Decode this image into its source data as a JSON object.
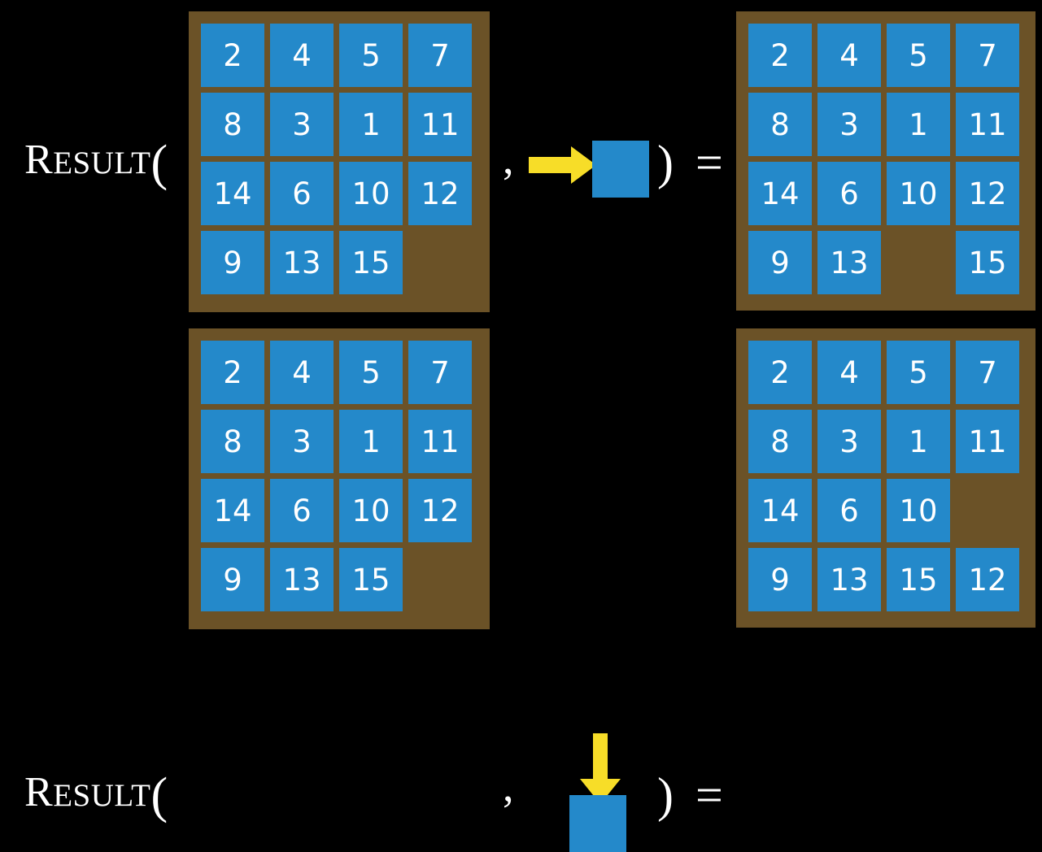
{
  "diagram": {
    "title": "RESULT function applied to 15-puzzle states",
    "background_color": "#000000",
    "board_color": "#6b5227",
    "tile_color": "#2489ca",
    "tile_text_color": "#ffffff",
    "arrow_color": "#f7dd28"
  },
  "labels": {
    "result_cap": "R",
    "result_smallcaps": "ESULT",
    "open_paren": "(",
    "comma": ",",
    "close_paren_equals": ") =",
    "close_paren": ")",
    "equals": "="
  },
  "rows": [
    {
      "id": "row-1",
      "action": {
        "name": "slide-right",
        "arrow_icon": "arrow-right-icon",
        "arrow_direction": "right",
        "tile_label": ""
      },
      "input_board": {
        "name": "input-board-row-1",
        "rows": 4,
        "cols": 4,
        "cells": [
          [
            "2",
            "4",
            "5",
            "7"
          ],
          [
            "8",
            "3",
            "1",
            "11"
          ],
          [
            "14",
            "6",
            "10",
            "12"
          ],
          [
            "9",
            "13",
            "15",
            ""
          ]
        ]
      },
      "output_board": {
        "name": "output-board-row-1",
        "rows": 4,
        "cols": 4,
        "cells": [
          [
            "2",
            "4",
            "5",
            "7"
          ],
          [
            "8",
            "3",
            "1",
            "11"
          ],
          [
            "14",
            "6",
            "10",
            "12"
          ],
          [
            "9",
            "13",
            "",
            "15"
          ]
        ]
      }
    },
    {
      "id": "row-2",
      "action": {
        "name": "slide-down",
        "arrow_icon": "arrow-down-icon",
        "arrow_direction": "down",
        "tile_label": ""
      },
      "input_board": {
        "name": "input-board-row-2",
        "rows": 4,
        "cols": 4,
        "cells": [
          [
            "2",
            "4",
            "5",
            "7"
          ],
          [
            "8",
            "3",
            "1",
            "11"
          ],
          [
            "14",
            "6",
            "10",
            "12"
          ],
          [
            "9",
            "13",
            "15",
            ""
          ]
        ]
      },
      "output_board": {
        "name": "output-board-row-2",
        "rows": 4,
        "cols": 4,
        "cells": [
          [
            "2",
            "4",
            "5",
            "7"
          ],
          [
            "8",
            "3",
            "1",
            "11"
          ],
          [
            "14",
            "6",
            "10",
            ""
          ],
          [
            "9",
            "13",
            "15",
            "12"
          ]
        ]
      }
    }
  ]
}
